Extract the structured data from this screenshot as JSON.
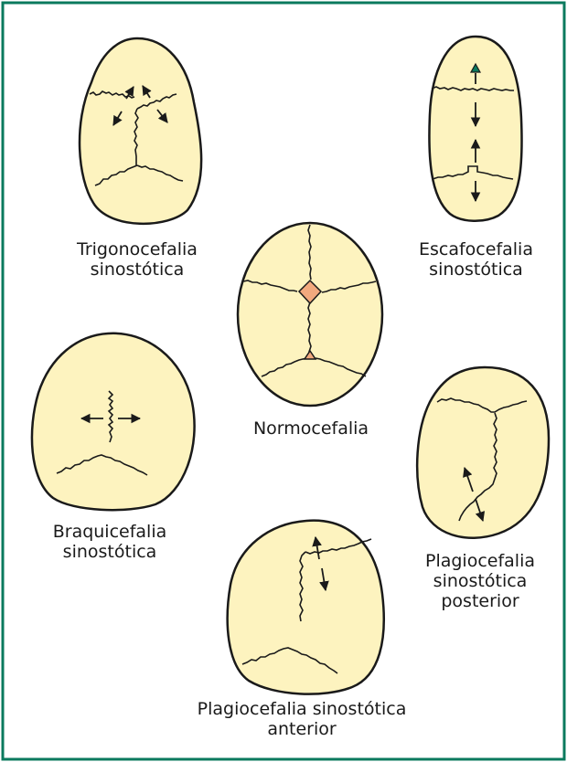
{
  "colors": {
    "frame": "#0b7a5e",
    "skull_fill": "#fdf3bf",
    "outline": "#1a1a1a",
    "fontanelle": "#f2a97e"
  },
  "labels": {
    "trigonocefalia": [
      "Trigonocefalia",
      "sinostótica"
    ],
    "escafocefalia": [
      "Escafocefalia",
      "sinostótica"
    ],
    "normocefalia": [
      "Normocefalia"
    ],
    "braquicefalia": [
      "Braquicefalia",
      "sinostótica"
    ],
    "plagio_posterior": [
      "Plagiocefalia",
      "sinostótica",
      "posterior"
    ],
    "plagio_anterior": [
      "Plagiocefalia sinostótica",
      "anterior"
    ]
  }
}
